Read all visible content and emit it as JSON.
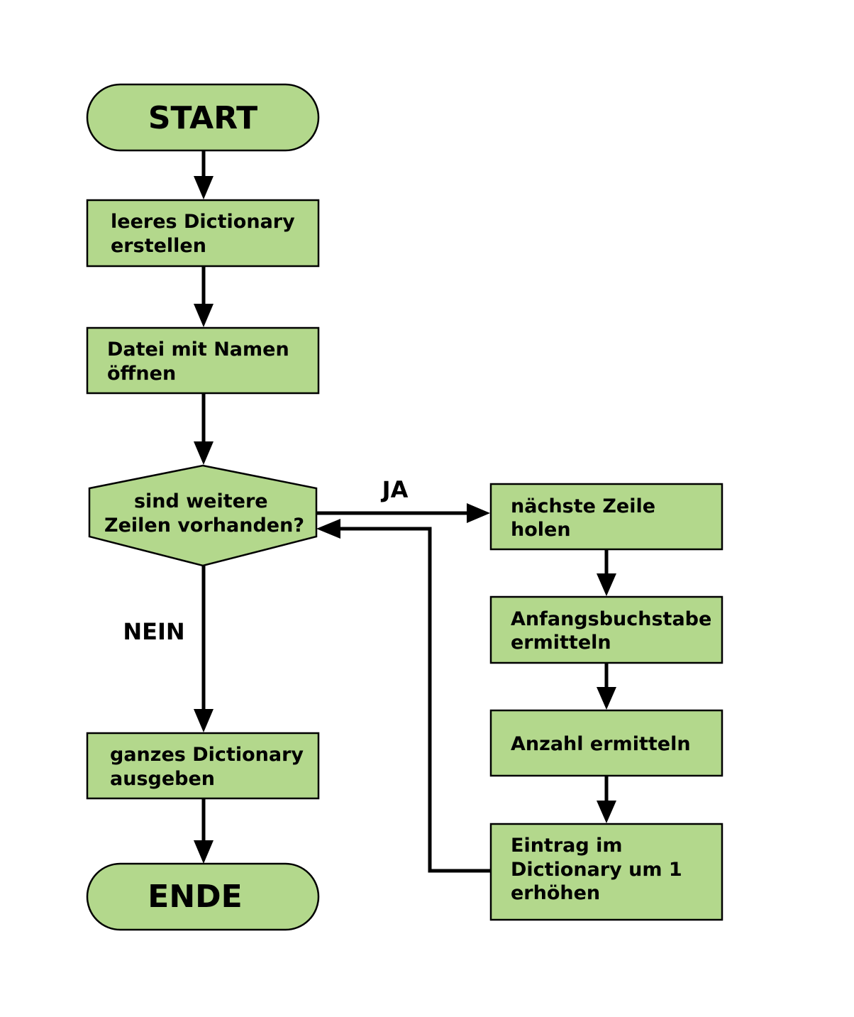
{
  "nodes": {
    "start": "START",
    "create_dict": [
      "leeres Dictionary",
      "erstellen"
    ],
    "open_file": [
      "Datei mit Namen",
      "öffnen"
    ],
    "decision": [
      "sind weitere",
      "Zeilen vorhanden?"
    ],
    "next_line": [
      "nächste Zeile",
      "holen"
    ],
    "first_letter": [
      "Anfangsbuchstabe",
      "ermitteln"
    ],
    "count": [
      "Anzahl ermitteln"
    ],
    "increment": [
      "Eintrag im",
      "Dictionary um 1",
      "erhöhen"
    ],
    "output": [
      "ganzes Dictionary",
      "ausgeben"
    ],
    "end": "ENDE"
  },
  "edges": {
    "yes_label": "JA",
    "no_label": "NEIN"
  },
  "colors": {
    "node_fill": "#b3d88c",
    "stroke": "#000000"
  }
}
